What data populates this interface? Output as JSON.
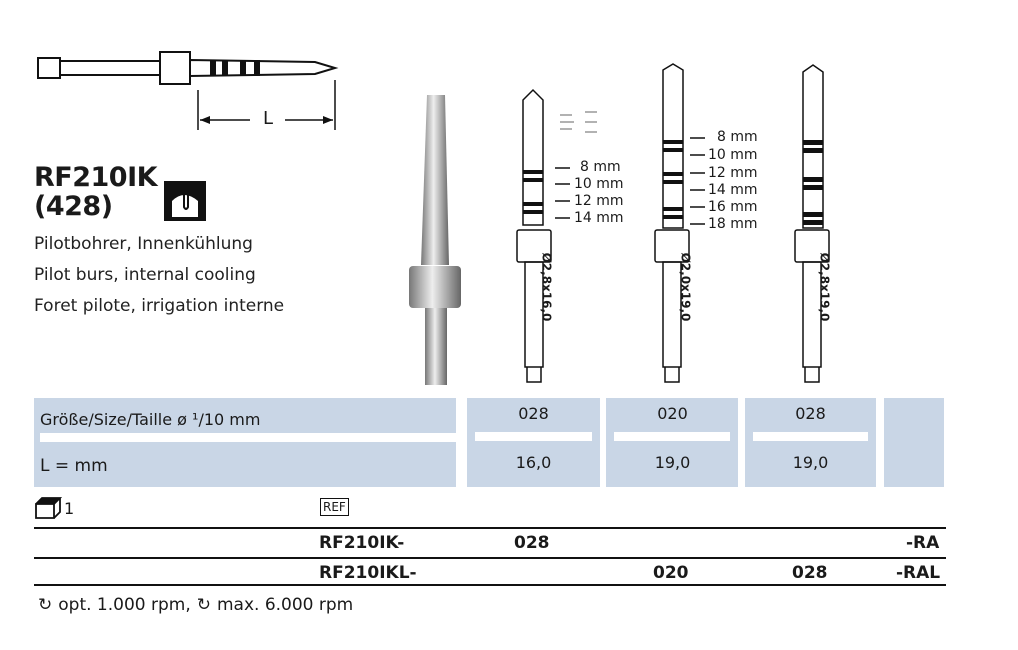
{
  "product": {
    "code": "RF210IK",
    "number": "(428)",
    "descriptions": [
      "Pilotbohrer, Innenkühlung",
      "Pilot burs, internal cooling",
      "Foret pilote, irrigation interne"
    ]
  },
  "diagram": {
    "length_label": "L"
  },
  "drills": [
    {
      "shank_label": "Ø2,8x16,0",
      "depth_marks": [
        "8 mm",
        "10 mm",
        "12 mm",
        "14 mm"
      ]
    },
    {
      "shank_label": "Ø2,0x19,0",
      "depth_marks": [
        "8 mm",
        "10 mm",
        "12 mm",
        "14 mm",
        "16 mm",
        "18 mm"
      ]
    },
    {
      "shank_label": "Ø2,8x19,0",
      "depth_marks": []
    }
  ],
  "table": {
    "size_label": "Größe/Size/Taille  ø ¹/10 mm",
    "length_label": "L = mm",
    "columns": [
      {
        "size": "028",
        "length": "16,0"
      },
      {
        "size": "020",
        "length": "19,0"
      },
      {
        "size": "028",
        "length": "19,0"
      }
    ]
  },
  "packaging": {
    "quantity": "1",
    "ref_label": "REF"
  },
  "orders": [
    {
      "code": "RF210IK-",
      "values": [
        "028",
        "",
        ""
      ],
      "suffix": "-RA"
    },
    {
      "code": "RF210IKL-",
      "values": [
        "",
        "020",
        "028"
      ],
      "suffix": "-RAL"
    }
  ],
  "speed": {
    "opt": "opt. 1.000 rpm,",
    "max": "max. 6.000 rpm"
  },
  "colors": {
    "table_bg": "#c9d6e6"
  }
}
